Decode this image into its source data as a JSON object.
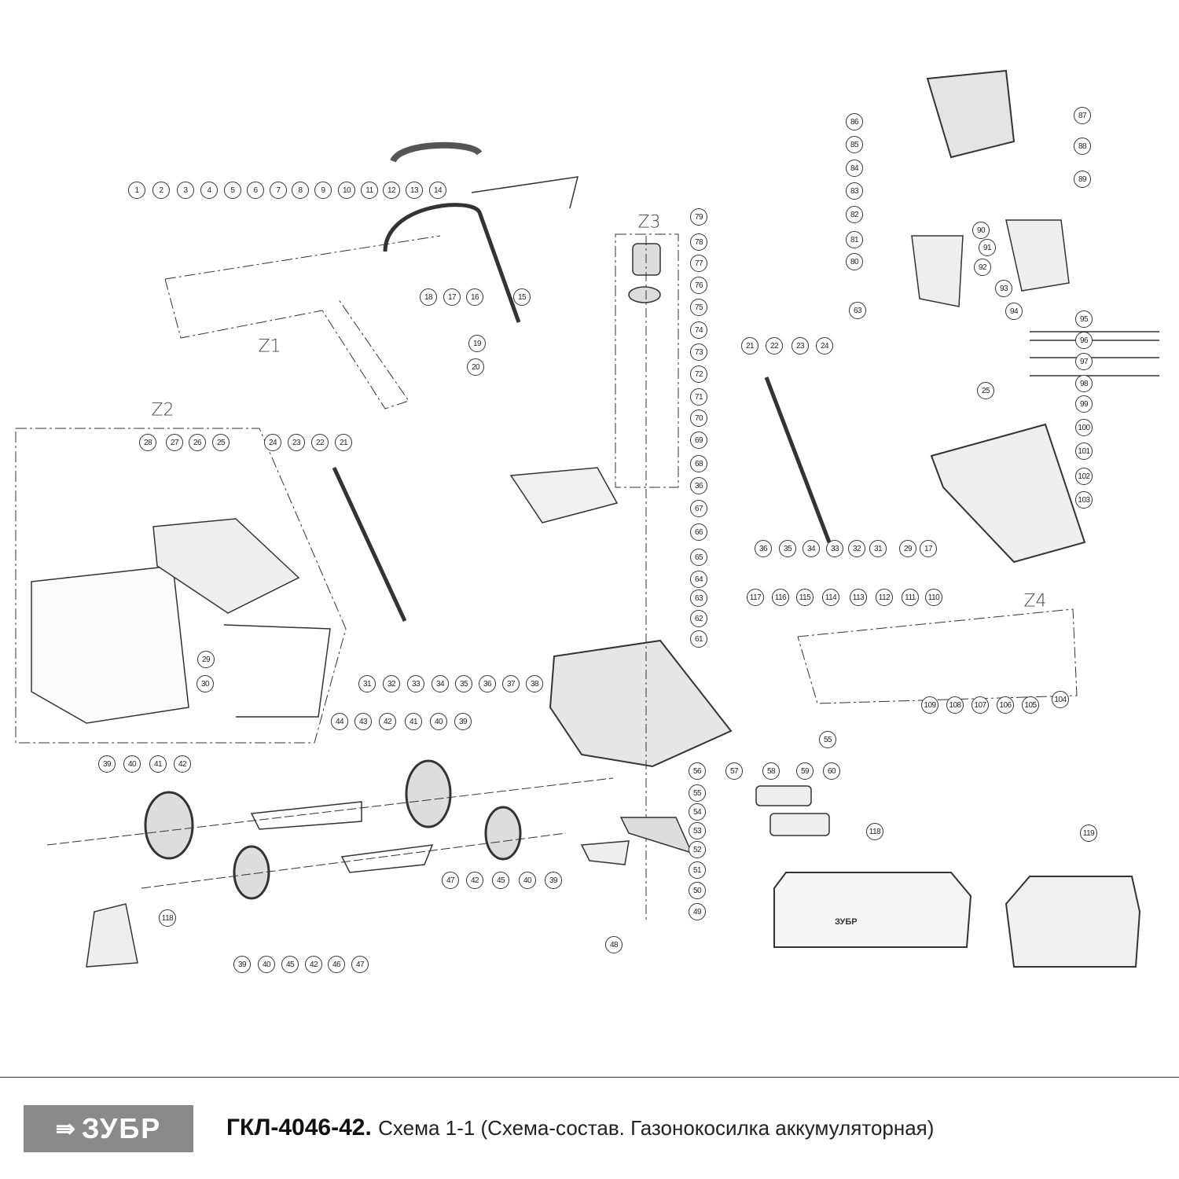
{
  "zones": [
    "Z1",
    "Z2",
    "Z3",
    "Z4"
  ],
  "callouts": [
    "1",
    "2",
    "3",
    "4",
    "5",
    "6",
    "7",
    "8",
    "9",
    "10",
    "11",
    "12",
    "13",
    "14",
    "18",
    "17",
    "16",
    "15",
    "19",
    "20",
    "79",
    "78",
    "77",
    "76",
    "75",
    "74",
    "73",
    "72",
    "71",
    "70",
    "69",
    "68",
    "36",
    "67",
    "66",
    "65",
    "64",
    "63",
    "62",
    "61",
    "28",
    "27",
    "26",
    "25",
    "24",
    "23",
    "22",
    "21",
    "29",
    "30",
    "31",
    "32",
    "33",
    "34",
    "35",
    "36",
    "37",
    "38",
    "21",
    "22",
    "23",
    "24",
    "25",
    "99",
    "100",
    "101",
    "102",
    "103",
    "117",
    "116",
    "115",
    "114",
    "113",
    "112",
    "111",
    "110",
    "36",
    "35",
    "34",
    "33",
    "32",
    "31",
    "29",
    "17",
    "109",
    "108",
    "107",
    "106",
    "105",
    "104",
    "55",
    "57",
    "58",
    "59",
    "60",
    "56",
    "55",
    "54",
    "53",
    "52",
    "51",
    "50",
    "49",
    "86",
    "87",
    "85",
    "88",
    "84",
    "89",
    "83",
    "82",
    "81",
    "80",
    "90",
    "91",
    "92",
    "93",
    "94",
    "63",
    "95",
    "96",
    "97",
    "98",
    "39",
    "40",
    "41",
    "42",
    "44",
    "43",
    "42",
    "41",
    "40",
    "39",
    "47",
    "42",
    "45",
    "40",
    "39",
    "118",
    "39",
    "40",
    "45",
    "42",
    "46",
    "47",
    "48",
    "118",
    "119"
  ],
  "footer": {
    "logo_text": "ЗУБР",
    "model": "ГКЛ-4046-42.",
    "description": "Схема 1-1 (Схема-состав. Газонокосилка аккумуляторная)"
  },
  "charger_brand": "ЗУБР"
}
